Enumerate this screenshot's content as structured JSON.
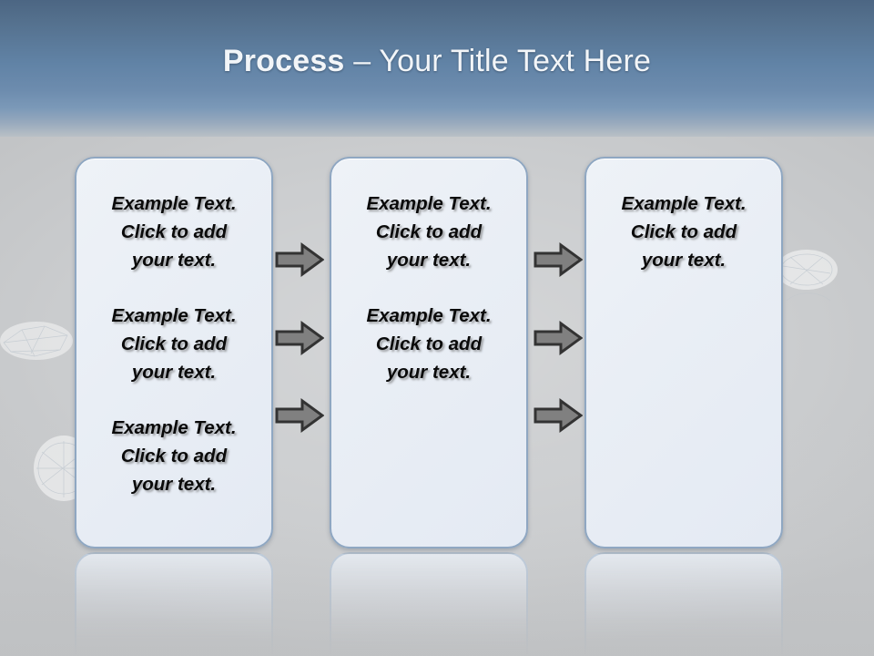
{
  "slide": {
    "title": {
      "strong": "Process",
      "rest": " – Your Title Text Here"
    },
    "colors": {
      "sky_top": "#4c6683",
      "sky_bottom": "#7b99b8",
      "ground": "#c9cbcd",
      "box_fill": "#e9eef5",
      "box_border": "#8fa7c2",
      "arrow_fill": "#808080",
      "arrow_outline": "#333333",
      "title_text": "#f2f5f8",
      "body_text": "#0a0a0a"
    },
    "boxes": [
      {
        "name": "box-1",
        "paragraphs": [
          "Example Text.\nClick  to add\nyour text.",
          "Example Text.\nClick  to add\nyour text.",
          "Example Text.\nClick  to add\nyour text."
        ]
      },
      {
        "name": "box-2",
        "paragraphs": [
          "Example Text.\nClick  to add\nyour text.",
          "Example Text.\nClick  to add\nyour text."
        ]
      },
      {
        "name": "box-3",
        "paragraphs": [
          "Example Text.\nClick  to add\nyour text."
        ]
      }
    ],
    "arrows": [
      {
        "name": "arrow-col1-row1",
        "icon": "arrow-right-icon"
      },
      {
        "name": "arrow-col1-row2",
        "icon": "arrow-right-icon"
      },
      {
        "name": "arrow-col1-row3",
        "icon": "arrow-right-icon"
      },
      {
        "name": "arrow-col2-row1",
        "icon": "arrow-right-icon"
      },
      {
        "name": "arrow-col2-row2",
        "icon": "arrow-right-icon"
      },
      {
        "name": "arrow-col2-row3",
        "icon": "arrow-right-icon"
      }
    ]
  }
}
